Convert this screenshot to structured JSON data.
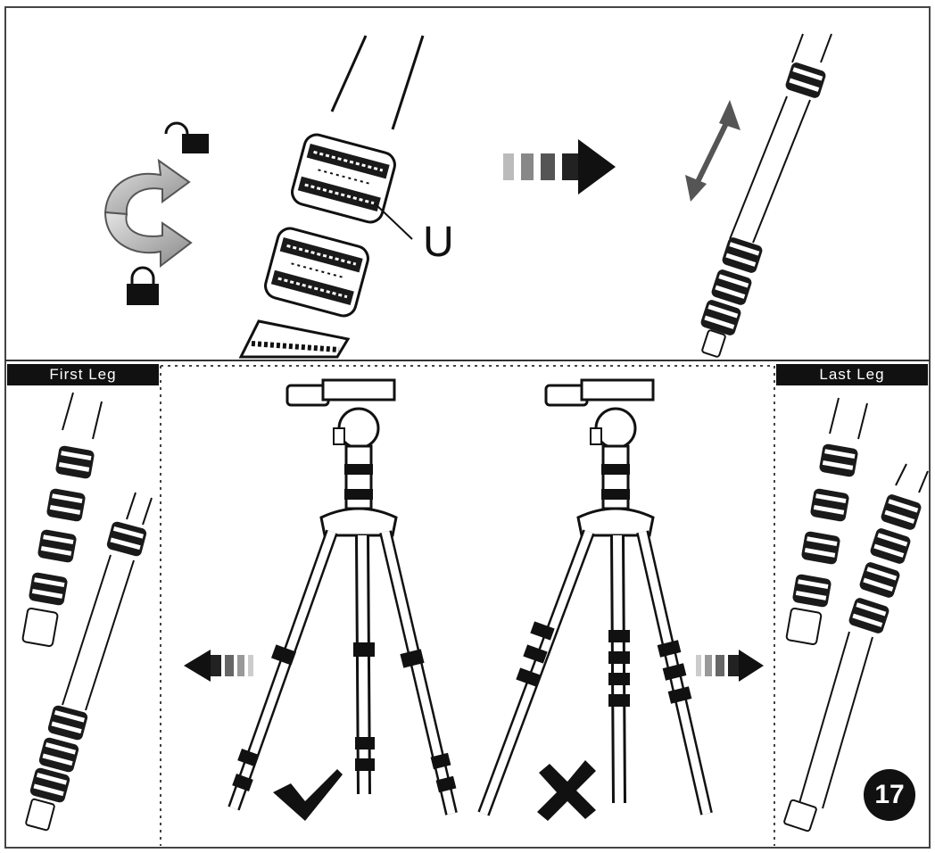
{
  "labels": {
    "first_leg": "First Leg",
    "last_leg": "Last Leg",
    "lock_ring": "U",
    "page_number": "17"
  },
  "icons": {
    "unlock": "unlock-icon",
    "lock": "lock-icon",
    "rotate": "rotate-arrows-icon",
    "direction": "dashed-arrow-icon",
    "extend": "double-arrow-icon",
    "correct": "checkmark-icon",
    "wrong": "cross-icon"
  }
}
